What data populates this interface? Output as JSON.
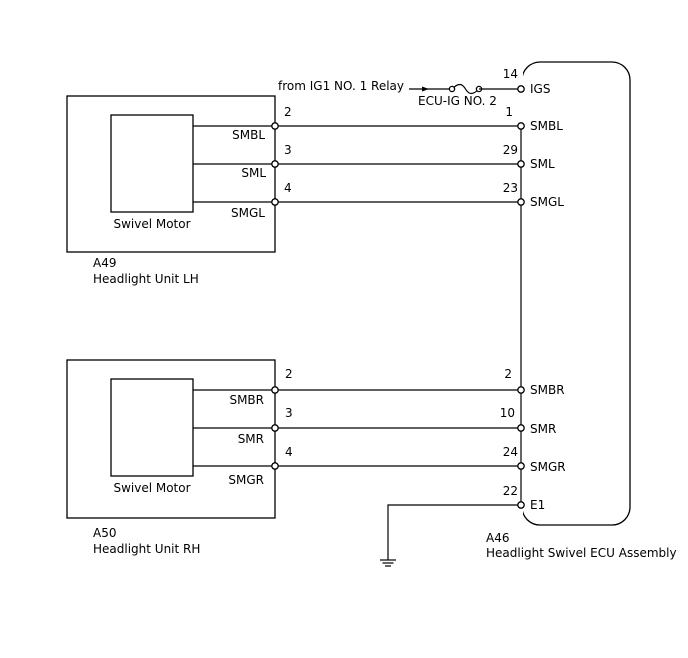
{
  "components": {
    "lh": {
      "code": "A49",
      "name": "Headlight Unit LH",
      "motor": "Swivel Motor",
      "pins": [
        {
          "num": "2",
          "label": "SMBL"
        },
        {
          "num": "3",
          "label": "SML"
        },
        {
          "num": "4",
          "label": "SMGL"
        }
      ]
    },
    "rh": {
      "code": "A50",
      "name": "Headlight Unit RH",
      "motor": "Swivel Motor",
      "pins": [
        {
          "num": "2",
          "label": "SMBR"
        },
        {
          "num": "3",
          "label": "SMR"
        },
        {
          "num": "4",
          "label": "SMGR"
        }
      ]
    },
    "ecu": {
      "code": "A46",
      "name": "Headlight Swivel ECU Assembly",
      "pins": [
        {
          "num": "14",
          "label": "IGS"
        },
        {
          "num": "1",
          "label": "SMBL"
        },
        {
          "num": "29",
          "label": "SML"
        },
        {
          "num": "23",
          "label": "SMGL"
        },
        {
          "num": "2",
          "label": "SMBR"
        },
        {
          "num": "10",
          "label": "SMR"
        },
        {
          "num": "24",
          "label": "SMGR"
        },
        {
          "num": "22",
          "label": "E1"
        }
      ]
    }
  },
  "power": {
    "source": "from IG1 NO. 1 Relay",
    "fuse": "ECU-IG NO. 2"
  },
  "icons": [
    "ground-icon",
    "fuse-icon",
    "arrow-icon"
  ]
}
